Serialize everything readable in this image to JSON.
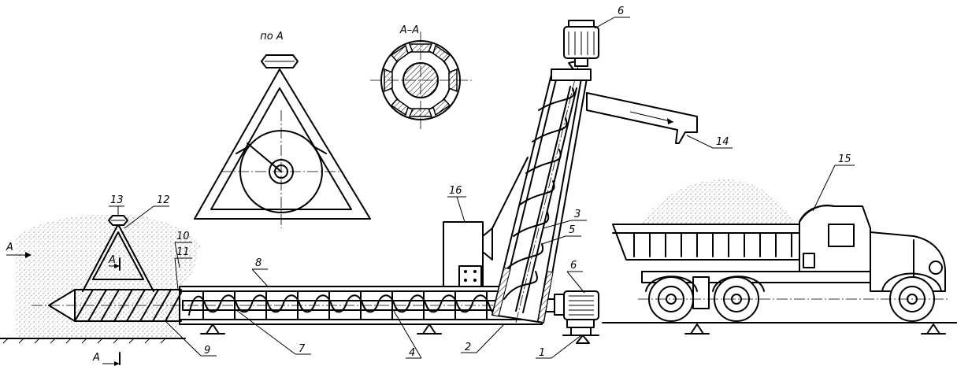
{
  "views": {
    "view_a": "по А",
    "section_aa": "А–А",
    "direction_a": "А",
    "section_mark": "А"
  },
  "callouts": [
    "1",
    "2",
    "3",
    "4",
    "5",
    "6",
    "6",
    "7",
    "8",
    "9",
    "10",
    "11",
    "12",
    "13",
    "14",
    "15",
    "16"
  ]
}
